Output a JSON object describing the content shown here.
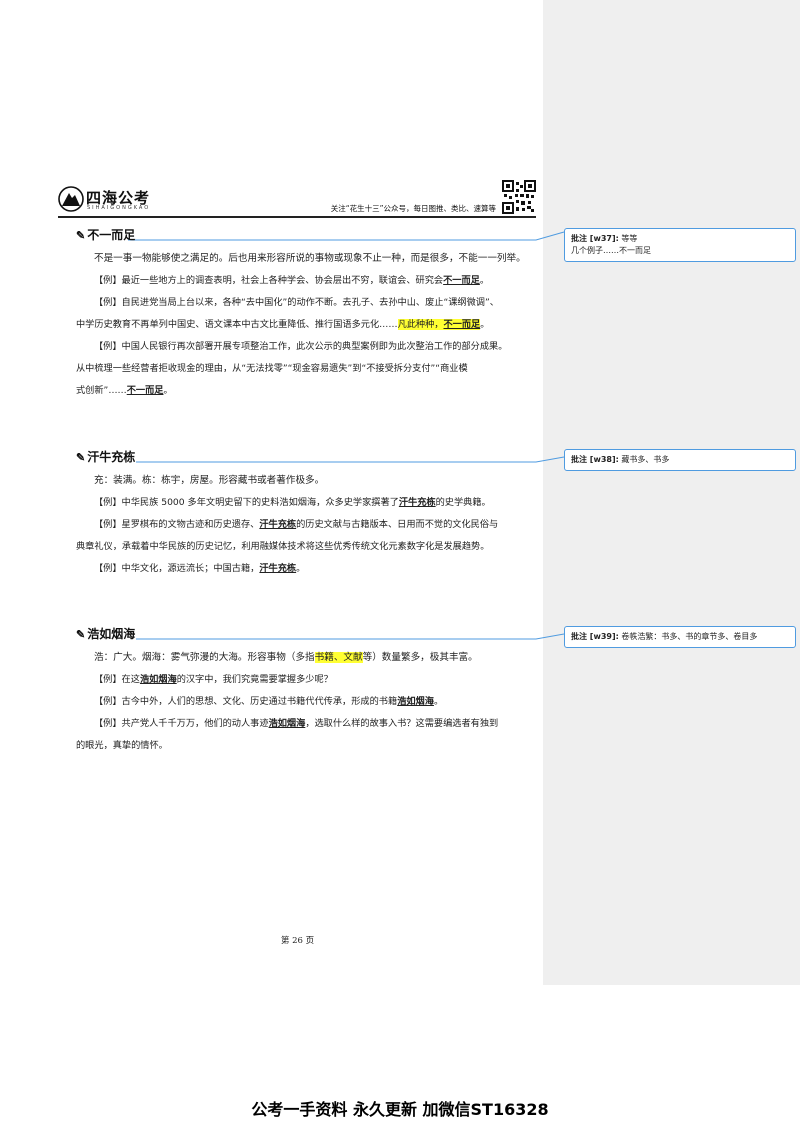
{
  "header": {
    "logo_text": "四海公考",
    "logo_sub": "SIHAIGONGKAO",
    "slogan": "关注“花生十三”公众号，每日图推、类比、速算等"
  },
  "sections": [
    {
      "title": "不一而足",
      "definition": "不是一事一物能够使之满足的。后也用来形容所说的事物或现象不止一种，而是很多，不能一一列举。",
      "ex1": {
        "pre": "【例】最近一些地方上的调查表明，社会上各种学会、协会层出不穷，联谊会、研究会",
        "kw": "不一而足",
        "post": "。"
      },
      "ex2": {
        "line1": "【例】自民进党当局上台以来，各种“去中国化”的动作不断。去孔子、去孙中山、废止“课纲微调”、",
        "line2_pre": "中学历史教育不再单列中国史、语文课本中古文比重降低、推行国语多元化……",
        "hl_text": "凡此种种，",
        "kw": "不一而足",
        "post": "。"
      },
      "ex3": {
        "line1": "【例】中国人民银行再次部署开展专项整治工作，此次公示的典型案例即为此次整治工作的部分成果。",
        "line2": "从中梳理一些经营者拒收现金的理由，从“无法找零”“现金容易遗失”到“不接受拆分支付”“商业模",
        "line3_pre": "式创新”……",
        "kw": "不一而足",
        "post": "。"
      }
    },
    {
      "title": "汗牛充栋",
      "definition": "充：装满。栋：栋宇，房屋。形容藏书或者著作极多。",
      "ex1": {
        "pre": "【例】中华民族 5000 多年文明史留下的史料浩如烟海，众多史学家撰著了",
        "kw": "汗牛充栋",
        "post": "的史学典籍。"
      },
      "ex2": {
        "line1_pre": "【例】星罗棋布的文物古迹和历史遗存、",
        "kw": "汗牛充栋",
        "line1_post": "的历史文献与古籍版本、日用而不觉的文化民俗与",
        "line2": "典章礼仪，承载着中华民族的历史记忆，利用融媒体技术将这些优秀传统文化元素数字化是发展趋势。"
      },
      "ex3": {
        "pre": "【例】中华文化，源远流长；中国古籍，",
        "kw": "汗牛充栋",
        "post": "。"
      }
    },
    {
      "title": "浩如烟海",
      "definition_pre": "浩：广大。烟海：雾气弥漫的大海。形容事物（多指",
      "definition_hl": "书籍、文献",
      "definition_post": "等）数量繁多，极其丰富。",
      "ex1": {
        "pre": "【例】在这",
        "kw": "浩如烟海",
        "post": "的汉字中，我们究竟需要掌握多少呢？"
      },
      "ex2": {
        "pre": "【例】古今中外，人们的思想、文化、历史通过书籍代代传承，形成的书籍",
        "kw": "浩如烟海",
        "post": "。"
      },
      "ex3": {
        "line1_pre": "【例】共产党人千千万万，他们的动人事迹",
        "kw": "浩如烟海",
        "line1_post": "，选取什么样的故事入书？这需要编选者有独到",
        "line2": "的眼光，真挚的情怀。"
      }
    }
  ],
  "comments": [
    {
      "label": "批注 [w37]:",
      "text": "等等",
      "text2": "几个例子……不一而足"
    },
    {
      "label": "批注 [w38]:",
      "text": "藏书多、书多"
    },
    {
      "label": "批注 [w39]:",
      "text": "卷帙浩繁：书多、书的章节多、卷目多"
    }
  ],
  "page_number": "第 26 页",
  "footer_banner": "公考一手资料 永久更新 加微信ST16328",
  "colors": {
    "highlight": "#ffff33",
    "comment_border": "#4f9be0",
    "comment_pane": "#efefef"
  }
}
